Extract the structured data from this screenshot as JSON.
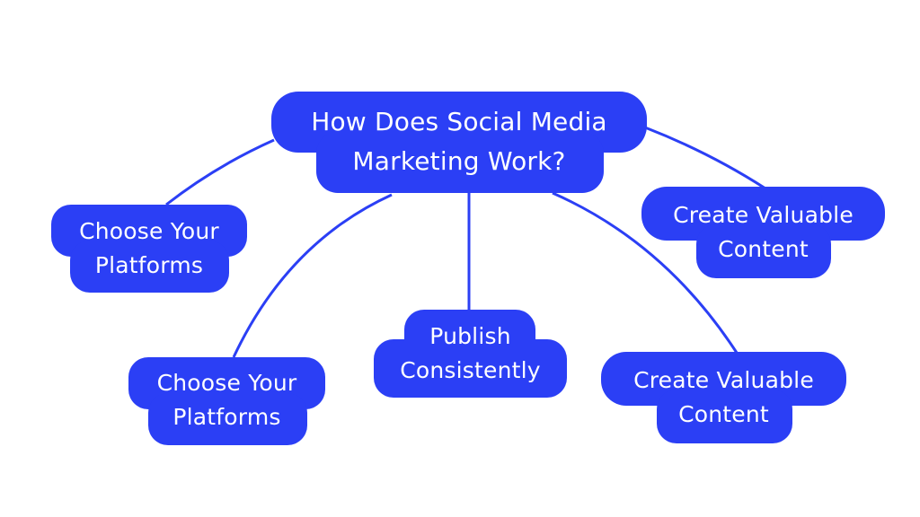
{
  "diagram": {
    "type": "mind-map",
    "colors": {
      "node_fill": "#2b3ff5",
      "node_text": "#ffffff",
      "connector": "#2b3ff5",
      "background": "#ffffff"
    },
    "root": {
      "line1": "How Does Social Media",
      "line2": "Marketing Work?"
    },
    "branches": [
      {
        "id": "left-top",
        "line1": "Choose Your",
        "line2": "Platforms"
      },
      {
        "id": "bottom-left",
        "line1": "Choose Your",
        "line2": "Platforms"
      },
      {
        "id": "bottom-center",
        "line1": "Publish",
        "line2": "Consistently"
      },
      {
        "id": "bottom-right",
        "line1": "Create Valuable",
        "line2": "Content"
      },
      {
        "id": "right-top",
        "line1": "Create Valuable",
        "line2": "Content"
      }
    ]
  }
}
